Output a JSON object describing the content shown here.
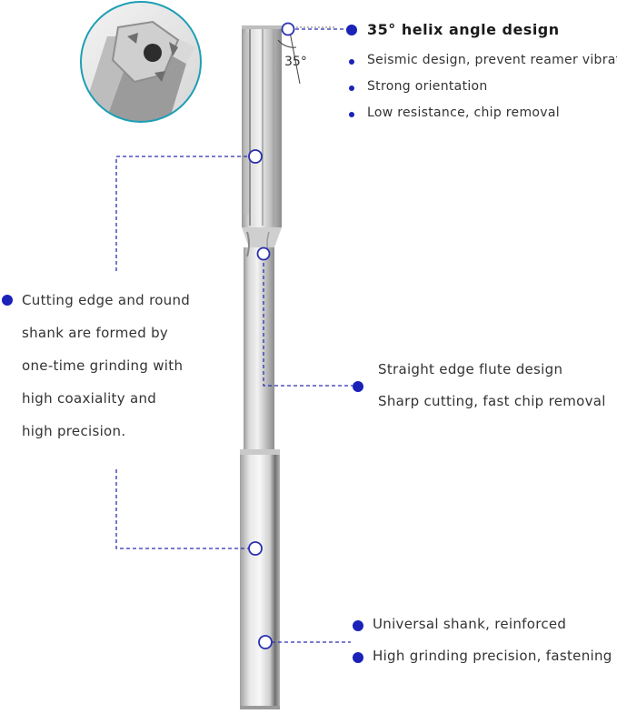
{
  "features": {
    "helix": {
      "title": "35° helix angle design",
      "angle_label": "35°",
      "bullets": [
        "Seismic design, prevent reamer vibration",
        "Strong orientation",
        "Low resistance, chip removal"
      ]
    },
    "grinding": {
      "lines": [
        "Cutting edge and round",
        "shank are formed by",
        "one-time grinding with",
        "high coaxiality and",
        "high precision."
      ]
    },
    "flute": {
      "lines": [
        "Straight edge flute design",
        "Sharp cutting, fast chip removal"
      ]
    },
    "shank": {
      "bullets": [
        "Universal shank, reinforced",
        "High grinding precision, fastening"
      ]
    }
  },
  "colors": {
    "accent": "#1a22b8",
    "steel_light": "#e6e6e6",
    "steel_dark": "#8a8a8a"
  }
}
